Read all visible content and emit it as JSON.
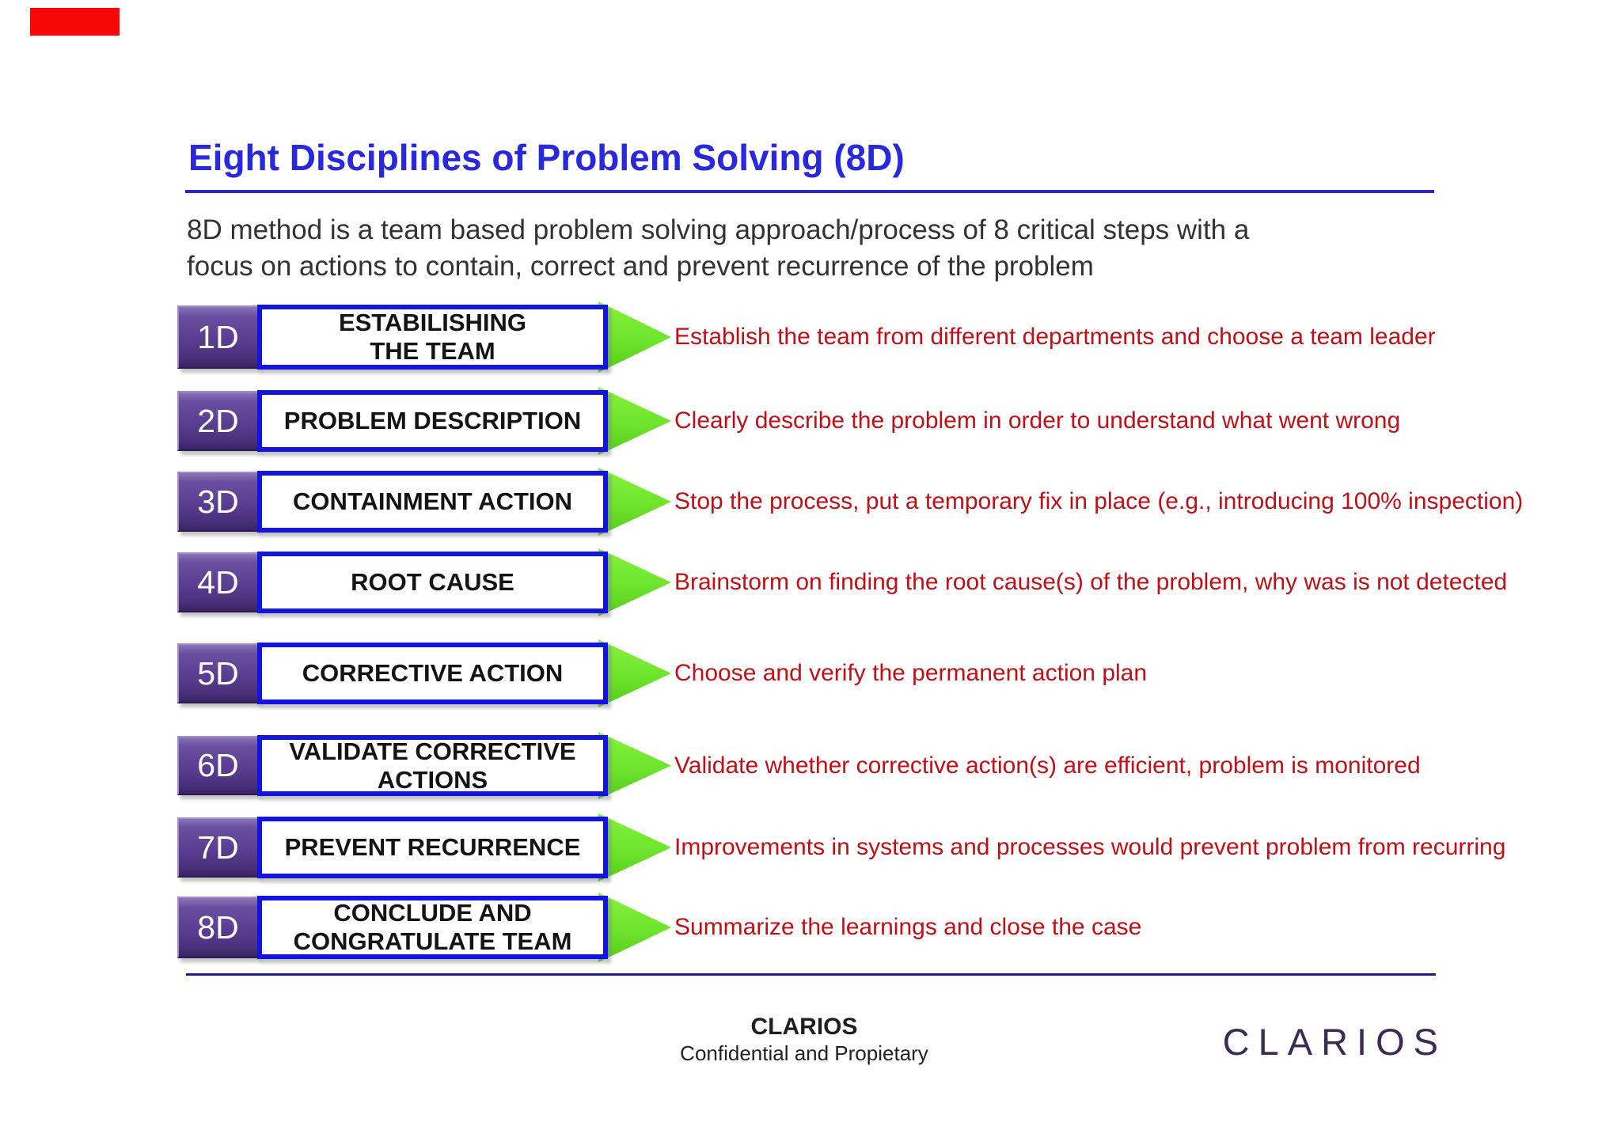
{
  "accent_bar": {
    "color": "#f90606"
  },
  "header": {
    "title": "Eight Disciplines of Problem Solving (8D)",
    "subtitle": "8D method is a team based problem solving approach/process of 8 critical steps with a\nfocus on actions to contain, correct and prevent recurrence of the problem",
    "title_color": "#2828dd"
  },
  "rows": [
    {
      "badge": "1D",
      "label": "ESTABILISHING\nTHE TEAM",
      "desc": "Establish the team from different departments and choose a team leader"
    },
    {
      "badge": "2D",
      "label": "PROBLEM DESCRIPTION",
      "desc": "Clearly describe the problem in order to understand what went wrong"
    },
    {
      "badge": "3D",
      "label": "CONTAINMENT ACTION",
      "desc": "Stop the process, put a temporary fix in place (e.g., introducing 100% inspection)"
    },
    {
      "badge": "4D",
      "label": "ROOT CAUSE",
      "desc": "Brainstorm on finding the root cause(s) of the problem, why was is not detected"
    },
    {
      "badge": "5D",
      "label": "CORRECTIVE ACTION",
      "desc": "Choose and verify the permanent action plan"
    },
    {
      "badge": "6D",
      "label": "VALIDATE CORRECTIVE\nACTIONS",
      "desc": "Validate whether corrective action(s) are efficient, problem is monitored"
    },
    {
      "badge": "7D",
      "label": "PREVENT RECURRENCE",
      "desc": "Improvements in systems and processes would prevent problem from recurring"
    },
    {
      "badge": "8D",
      "label": "CONCLUDE AND\nCONGRATULATE TEAM",
      "desc": "Summarize the learnings and close the case"
    }
  ],
  "colors": {
    "badge_purple": "#5a3d92",
    "box_border_blue": "#1414e0",
    "arrow_green": "#6ee42c",
    "desc_red": "#bf1017",
    "rule_blue": "#2d28c4",
    "footer_rule_navy": "#1d1d8f"
  },
  "footer": {
    "company": "CLARIOS",
    "confidential": "Confidential and Propietary",
    "logo_word": "CLARIOS"
  }
}
